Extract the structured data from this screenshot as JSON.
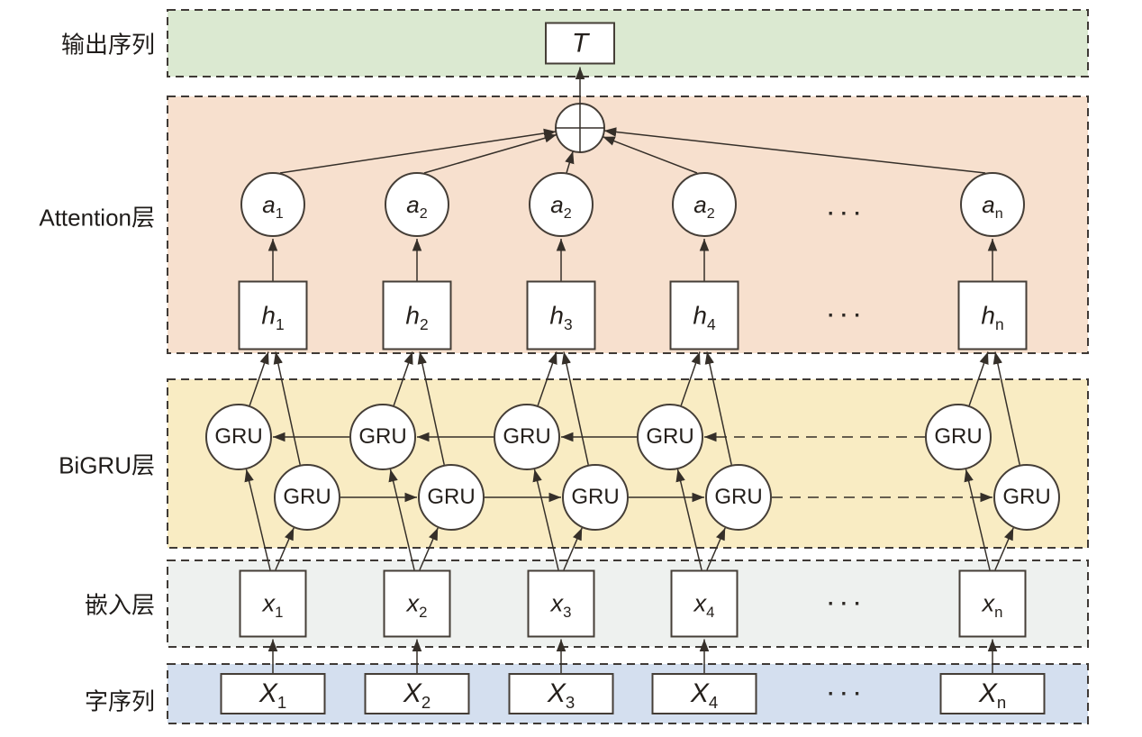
{
  "diagram": {
    "layers": [
      {
        "key": "output",
        "label": "输出序列",
        "fill": "#dbe9d1"
      },
      {
        "key": "attention",
        "label": "Attention层",
        "fill": "#f7e0ce"
      },
      {
        "key": "bigru",
        "label": "BiGRU层",
        "fill": "#f9ecc3"
      },
      {
        "key": "embedding",
        "label": "嵌入层",
        "fill": "#eef1ef"
      },
      {
        "key": "charseq",
        "label": "字序列",
        "fill": "#d4dfef"
      }
    ],
    "nodes": {
      "output_box": {
        "base": "T",
        "sub": ""
      },
      "attention_weights": [
        {
          "base": "a",
          "sub": "1"
        },
        {
          "base": "a",
          "sub": "2"
        },
        {
          "base": "a",
          "sub": "2"
        },
        {
          "base": "a",
          "sub": "2"
        },
        {
          "base": "a",
          "sub": "n"
        }
      ],
      "hidden_states": [
        {
          "base": "h",
          "sub": "1"
        },
        {
          "base": "h",
          "sub": "2"
        },
        {
          "base": "h",
          "sub": "3"
        },
        {
          "base": "h",
          "sub": "4"
        },
        {
          "base": "h",
          "sub": "n"
        }
      ],
      "gru_label": "GRU",
      "embeddings": [
        {
          "base": "x",
          "sub": "1"
        },
        {
          "base": "x",
          "sub": "2"
        },
        {
          "base": "x",
          "sub": "3"
        },
        {
          "base": "x",
          "sub": "4"
        },
        {
          "base": "x",
          "sub": "n"
        }
      ],
      "characters": [
        {
          "base": "X",
          "sub": "1"
        },
        {
          "base": "X",
          "sub": "2"
        },
        {
          "base": "X",
          "sub": "3"
        },
        {
          "base": "X",
          "sub": "4"
        },
        {
          "base": "X",
          "sub": "n"
        }
      ]
    },
    "ellipsis": "···",
    "colors": {
      "stroke": "#352f29",
      "node_border": "#453e37",
      "band_border": "#3f3a36",
      "text": "#241f1b"
    }
  }
}
